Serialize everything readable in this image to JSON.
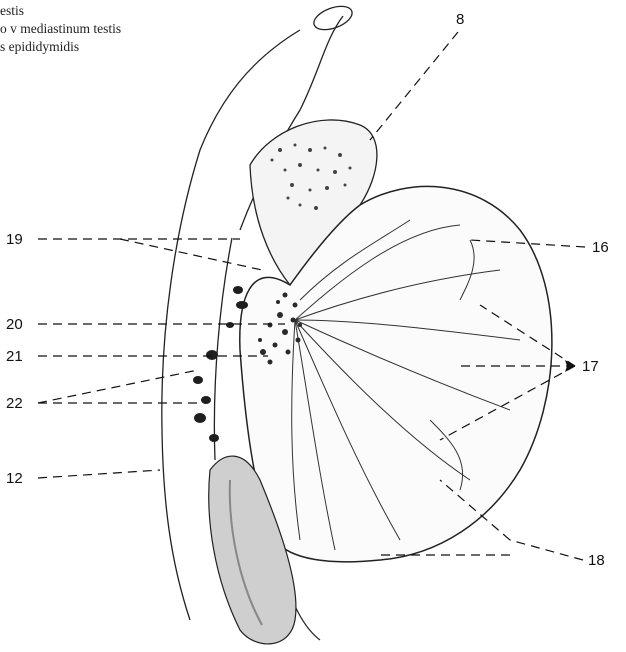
{
  "caption_lines": [
    "estis",
    "o v mediastinum testis",
    "s epididymidis"
  ],
  "labels": {
    "l8": "8",
    "l16": "16",
    "l17": "17",
    "l18": "18",
    "l19": "19",
    "l20": "20",
    "l21": "21",
    "l22": "22",
    "l12": "12"
  }
}
